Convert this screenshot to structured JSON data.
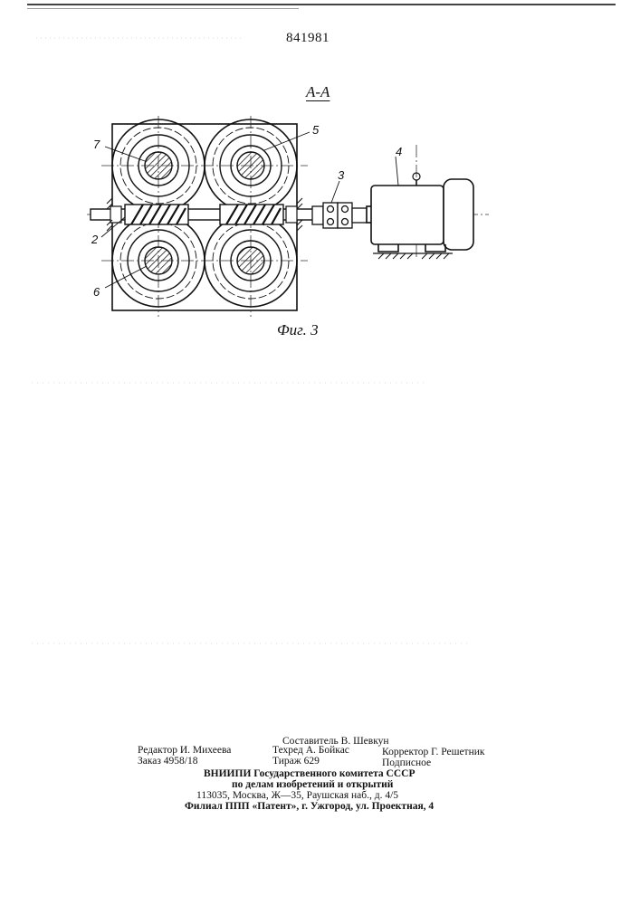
{
  "header": {
    "patent_number": "841981",
    "section_label": "А-А"
  },
  "figure": {
    "caption": "Фиг. 3",
    "callouts": [
      "7",
      "5",
      "3",
      "4",
      "2",
      "6"
    ]
  },
  "imprint": {
    "compiler": "Составитель В. Шевкун",
    "editor": "Редактор И. Михеева",
    "tech_editor": "Техред А. Бойкас",
    "corrector": "Корректор Г. Решетник",
    "order": "Заказ 4958/18",
    "circulation": "Тираж 629",
    "subscription": "Подписное",
    "institute": "ВНИИПИ Государственного комитета СССР",
    "institute_line2": "по делам изобретений и открытий",
    "address": "113035, Москва, Ж—35, Раушская наб., д. 4/5",
    "branch": "Филиал ППП «Патент», г. Ужгород, ул. Проектная, 4"
  }
}
